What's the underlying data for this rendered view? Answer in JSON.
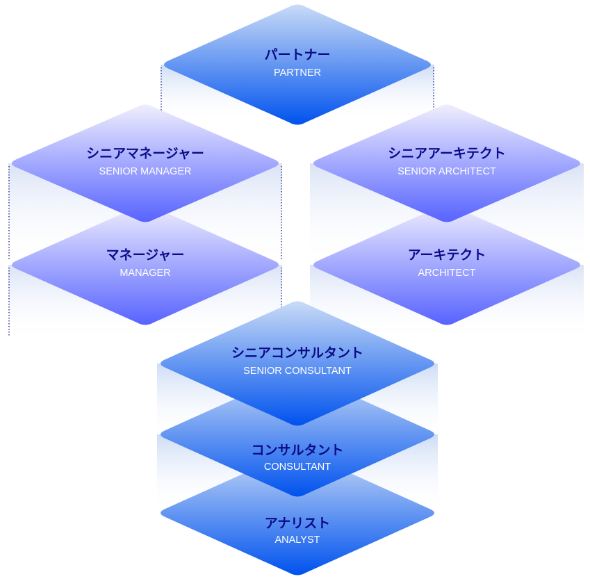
{
  "colors": {
    "blue_top": "#c9dbf6",
    "blue_bottom": "#0052ee",
    "violet_top": "#efeefd",
    "violet_bottom": "#5763ff",
    "title_text": "#0b0b86",
    "subtitle_text": "#ffffff",
    "dotted_line": "#2b2b9a"
  },
  "levels": [
    {
      "id": "partner",
      "title": "パートナー",
      "subtitle": "PARTNER",
      "theme": "blue"
    },
    {
      "id": "senior-manager",
      "title": "シニアマネージャー",
      "subtitle": "SENIOR MANAGER",
      "theme": "violet"
    },
    {
      "id": "manager",
      "title": "マネージャー",
      "subtitle": "MANAGER",
      "theme": "violet"
    },
    {
      "id": "senior-architect",
      "title": "シニアアーキテクト",
      "subtitle": "SENIOR ARCHITECT",
      "theme": "violet"
    },
    {
      "id": "architect",
      "title": "アーキテクト",
      "subtitle": "ARCHITECT",
      "theme": "violet"
    },
    {
      "id": "senior-consultant",
      "title": "シニアコンサルタント",
      "subtitle": "SENIOR CONSULTANT",
      "theme": "blue"
    },
    {
      "id": "consultant",
      "title": "コンサルタント",
      "subtitle": "CONSULTANT",
      "theme": "blue"
    },
    {
      "id": "analyst",
      "title": "アナリスト",
      "subtitle": "ANALYST",
      "theme": "blue"
    }
  ]
}
